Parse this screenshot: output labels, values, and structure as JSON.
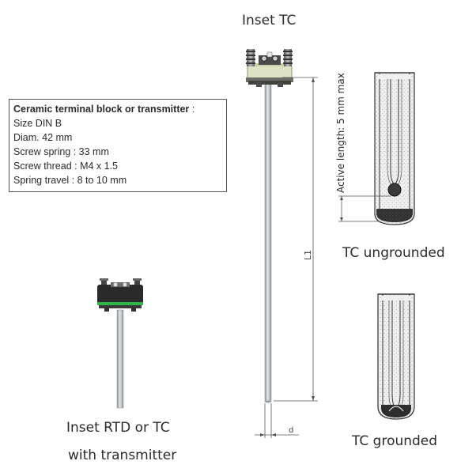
{
  "labels": {
    "inset_tc": "Inset TC",
    "tc_ungrounded": "TC ungrounded",
    "tc_grounded": "TC grounded",
    "inset_rtd_line1": "Inset RTD or TC",
    "inset_rtd_line2": "with transmitter"
  },
  "spec": {
    "title": "Ceramic terminal block or transmitter",
    "title_suffix": " :",
    "lines": [
      "Size DIN B",
      "Diam. 42 mm",
      "Screw spring : 33 mm",
      "Screw thread : M4 x 1.5",
      "Spring travel : 8 to 10 mm"
    ]
  },
  "dimensions": {
    "active_length": "Active length: 5 mm max",
    "l1": "L1",
    "d": "d"
  },
  "colors": {
    "ceramic": "#dfe3c5",
    "transmitter": "#2a2a2a",
    "green_ring": "#2fb34a",
    "sheath": "#bfc4c8",
    "mineral_fill": "#ececec",
    "tip": "#333333"
  }
}
